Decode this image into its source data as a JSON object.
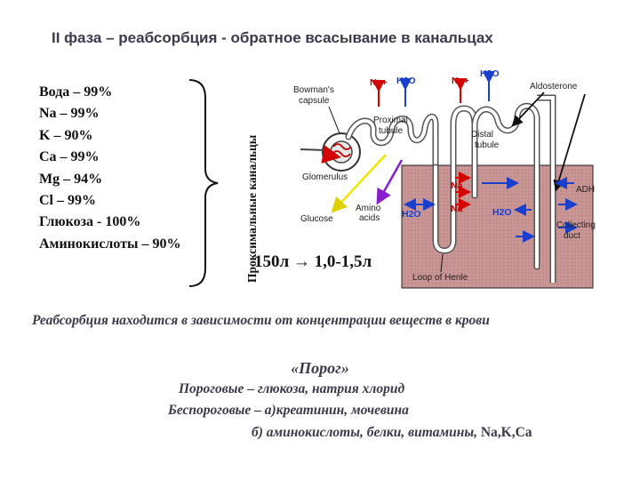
{
  "title": "II фаза – реабсорбция  - обратное всасывание в канальцах",
  "stats": [
    "Вода – 99%",
    "Na – 99%",
    "K – 90%",
    "Ca – 99%",
    "Mg – 94%",
    "Cl – 99%",
    "Глюкоза - 100%",
    "Аминокислоты – 90%"
  ],
  "vertical_label": "Проксимальные канальцы",
  "flow": "150л → 1,0-1,5л",
  "diagram": {
    "labels": {
      "bowmans": "Bowman's",
      "capsule": "capsule",
      "proximal": "Proximal",
      "tubule": "tubule",
      "glomerulus": "Glomerulus",
      "glucose": "Glucose",
      "amino": "Amino",
      "acids": "acids",
      "na1": "Na+",
      "h2o1": "H2O",
      "na2": "Na+",
      "h2o2": "H2O",
      "aldosterone": "Aldosterone",
      "distal": "Distal",
      "distal_tubule": "tubule",
      "adh": "ADH",
      "collecting": "Collecting",
      "duct": "duct",
      "h2o_left": "H2O",
      "na_mid1": "Na",
      "na_mid2": "Na",
      "h2o_mid": "H2O",
      "loop": "Loop of Henle"
    },
    "colors": {
      "medulla": "#c99595",
      "red": "#d40000",
      "blue": "#1a3fcf",
      "yellow": "#f2e600",
      "purple": "#8a1ccf"
    }
  },
  "dependency_text": "Реабсорбция находится в зависимости от концентрации веществ в крови",
  "threshold_title": "«Порог»",
  "threshold_lines": {
    "line1": "Пороговые – глюкоза, натрия хлорид",
    "line2": "Беспороговые – а)креатинин, мочевина",
    "line3_italic": "б) аминокислоты, белки, витамины, ",
    "line3_upright": "Na,K,Ca"
  }
}
